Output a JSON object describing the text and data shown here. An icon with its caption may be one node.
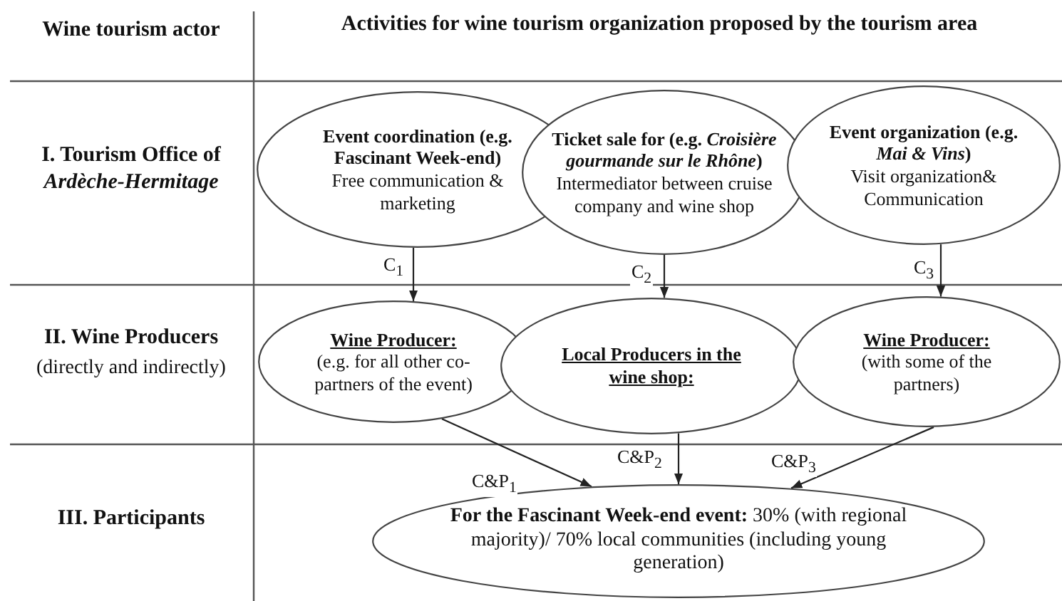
{
  "diagram": {
    "nodes": [
      {
        "text": [
          "Event coordination (e.g. Fascinant Week-end)",
          "Free communication & marketing"
        ]
      },
      {
        "text": [
          "Ticket sale for (e.g. *Croisière gourmande sur le Rhône*)",
          "Intermediator between cruise company and wine shop"
        ]
      },
      {
        "text": [
          "Event organization (e.g. *Mai & Vins*)",
          "Visit organization& Communication"
        ]
      },
      {
        "text": [
          "Wine Producer:",
          "(e.g. for all other co-partners of the event)"
        ]
      },
      {
        "text": [
          "Local Producers in the wine shop:"
        ]
      },
      {
        "text": [
          "Wine Producer:",
          "(with some of the partners)"
        ]
      },
      {
        "text": [
          "**For the Fascinant Week-end event:** 30% (with regional majority)/ 70% local communities (including young generation)"
        ]
      }
    ],
    "edges": [
      {
        "from": 0,
        "to": 3,
        "arrow": "to",
        "label": "C$_{1}$"
      },
      {
        "from": 1,
        "to": 4,
        "arrow": "to",
        "label": "C$_{2}$"
      },
      {
        "from": 2,
        "to": 5,
        "arrow": "to",
        "label": "C$_{3}$"
      },
      {
        "from": 3,
        "to": 6,
        "arrow": "to",
        "label": "C&P$_{1}$"
      },
      {
        "from": 4,
        "to": 6,
        "arrow": "to",
        "label": "C&P$_{2}$"
      },
      {
        "from": 5,
        "to": 6,
        "arrow": "to",
        "label": "C&P$_{3}$"
      }
    ],
    "labels": [
      "Wine tourism actor",
      "Activities for wine tourism organization proposed by the tourism area",
      "I. Tourism Office of *Ardèche-Hermitage*",
      "II. Wine Producers",
      "(directly and indirectly)",
      "III. Participants"
    ]
  }
}
